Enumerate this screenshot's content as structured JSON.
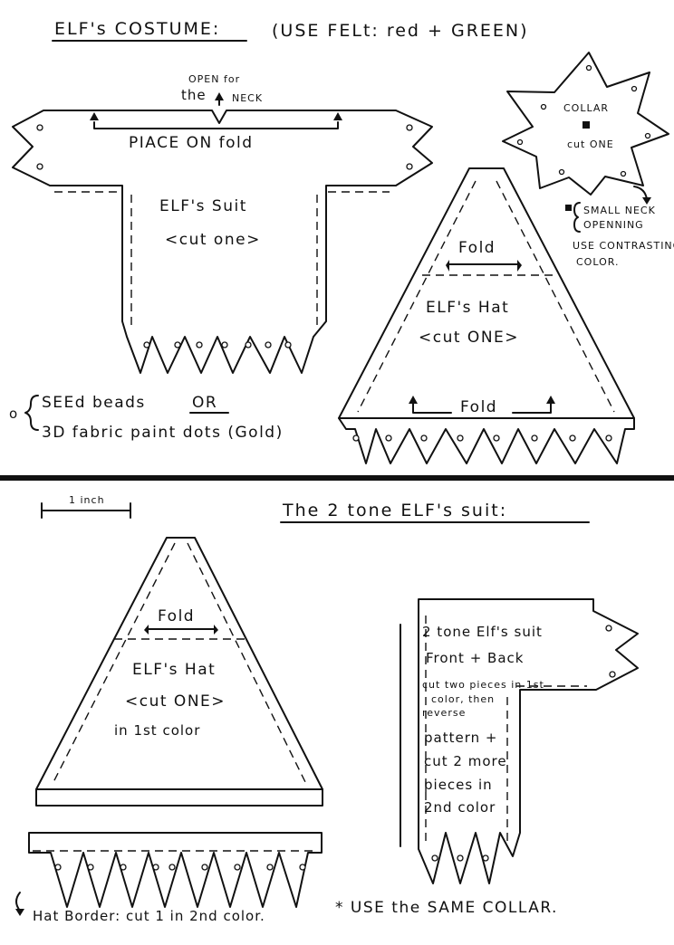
{
  "header": {
    "title": "ELF's COSTUME:",
    "material_note": "(USE FELt: red + GREEN)"
  },
  "suit": {
    "neck_note_line1": "OPEN for",
    "neck_note_line2": "the",
    "neck_note_line3": "NECK",
    "fold_label": "PIACE ON fold",
    "name": "ELF's Suit",
    "cut_note": "<cut one>"
  },
  "collar": {
    "name": "COLLAR",
    "cut_note": "cut ONE",
    "neck_note_line1": "SMALL NECK",
    "neck_note_line2": "OPENNING",
    "color_note_line1": "USE CONTRASTING",
    "color_note_line2": "COLOR."
  },
  "hat": {
    "fold_top": "Fold",
    "name": "ELF's Hat",
    "cut_note": "<cut ONE>",
    "fold_bottom": "Fold"
  },
  "beads_note": {
    "symbol": "o",
    "line1": "SEEd beads",
    "or": "OR",
    "line2": "3D fabric paint dots (Gold)"
  },
  "scale": {
    "label": "1 inch"
  },
  "two_tone": {
    "title": "The 2 tone ELF's suit:",
    "hat_fold": "Fold",
    "hat_name": "ELF's Hat",
    "hat_cut_note": "<cut ONE>",
    "hat_color_note": "in 1st color",
    "suit_line1": "2 tone Elf's suit",
    "suit_line2": "Front + Back",
    "suit_line3": "cut two pieces in 1st",
    "suit_line4": "color, then",
    "suit_line5": "reverse",
    "suit_line6": "pattern +",
    "suit_line7": "cut 2 more",
    "suit_line8": "pieces in",
    "suit_line9": "2nd color",
    "border_note": "Hat Border: cut 1 in 2nd color.",
    "collar_note": "* USE the SAME COLLAR."
  }
}
